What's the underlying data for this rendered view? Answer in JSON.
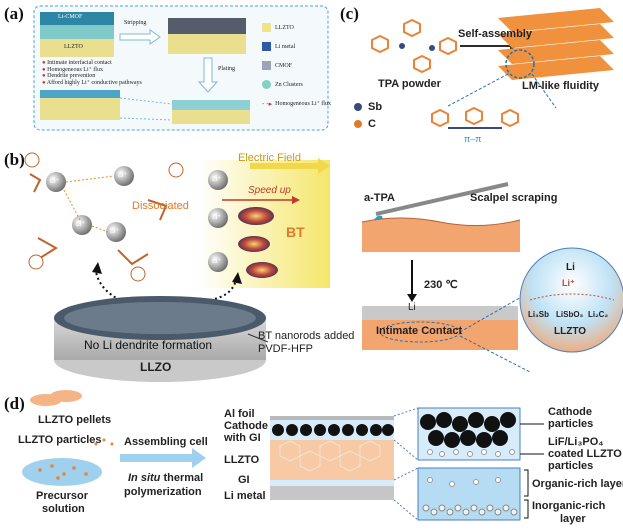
{
  "panels": {
    "a": {
      "letter": "(a)",
      "top_left_label": "Li-CMOF",
      "llzto_label": "LLZTO",
      "stripping": "Stripping",
      "plating": "Plating",
      "bullets": [
        "Intimate interfacial contact",
        "Homogeneous Li⁺ flux",
        "Dendrite prevention",
        "Afford highly Li⁺ conductive pathways"
      ],
      "legend": [
        {
          "label": "LLZTO",
          "color": "#efe48a"
        },
        {
          "label": "Li metal",
          "color": "#2f5aa8"
        },
        {
          "label": "CMOF",
          "color": "#9aa4b6"
        },
        {
          "label": "Zn Clusters",
          "color": "#7fd3c1"
        },
        {
          "label": "Homogeneous Li⁺ flux",
          "color": "#c0392b"
        }
      ]
    },
    "b": {
      "letter": "(b)",
      "electric_field": "Electric Field",
      "dissociated": "Dissociated",
      "speed_up": "Speed up",
      "bt": "BT",
      "li_ion": "Li⁺",
      "no_dendrite": "No Li dendrite formation",
      "llzo": "LLZO",
      "bt_added_1": "BT nanorods added",
      "bt_added_2": "PVDF-HFP"
    },
    "c": {
      "letter": "(c)",
      "self_assembly": "Self-assembly",
      "tpa_powder": "TPA powder",
      "lm_fluidity": "LM-like fluidity",
      "sb": "Sb",
      "c_atom": "C",
      "pi_pi": "π–π",
      "a_tpa": "a-TPA",
      "scalpel": "Scalpel scraping",
      "temp": "230 ℃",
      "li_top": "Li",
      "intimate": "Intimate Contact",
      "zoom_li": "Li",
      "zoom_liplus": "Li⁺",
      "zoom_li3sb": "Li₃Sb",
      "zoom_lisbo": "LiSbO₃",
      "zoom_li2c2": "Li₂C₂",
      "zoom_llzto": "LLZTO"
    },
    "d": {
      "letter": "(d)",
      "pellets": "LLZTO pellets",
      "particles": "LLZTO particles",
      "precursor_1": "Precursor",
      "precursor_2": "solution",
      "assembling": "Assembling cell",
      "in_situ_1": "In situ",
      "in_situ_2": "thermal",
      "polymerization": "polymerization",
      "al_foil": "Al foil",
      "cathode_gi_1": "Cathode",
      "cathode_gi_2": "with GI",
      "llzto": "LLZTO",
      "gi": "GI",
      "li_metal": "Li metal",
      "cathode_particles_1": "Cathode",
      "cathode_particles_2": "particles",
      "coated_1": "LiF/Li₃PO₄",
      "coated_2": "coated LLZTO",
      "coated_3": "particles",
      "organic": "Organic-rich layer",
      "inorganic_1": "Inorganic-rich",
      "inorganic_2": "layer"
    }
  }
}
